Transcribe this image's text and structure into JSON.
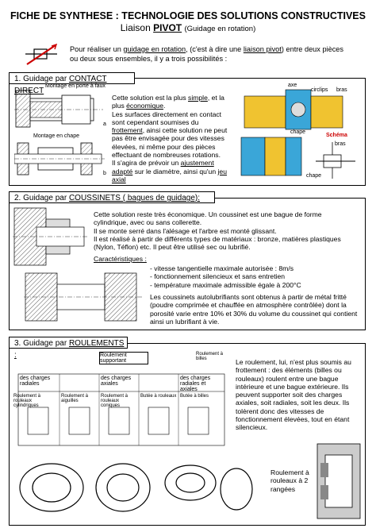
{
  "header": {
    "title": "FICHE DE SYNTHESE : TECHNOLOGIE DES SOLUTIONS CONSTRUCTIVES",
    "subtitle_prefix": "Liaison",
    "subtitle_main": "PIVOT",
    "subtitle_suffix": "(Guidage en rotation)"
  },
  "intro": {
    "t1": "Pour réaliser un",
    "l1": "guidage en rotation",
    "t2": ", (c'est à dire une",
    "l2": "liaison pivot",
    "t3": ") entre deux pièces ou deux sous ensembles, il y a trois possibilités :"
  },
  "section1": {
    "num": "1. Guidage par",
    "name": "CONTACT DIRECT",
    "fig_a_label": "Montage en porte à faux",
    "fig_b_label": "Montage en chape",
    "letter_a": "a",
    "letter_b": "b",
    "p1": "Cette solution est la plus",
    "p1u1": "simple",
    "p1b": ", et la plus",
    "p1u2": "économique",
    "p1c": ".",
    "p2": "Les surfaces directement en contact sont cependant soumises du",
    "p2u": "frottement",
    "p2b": ", ainsi cette solution ne peut pas être envisagée pour des vitesses élevées, ni même pour des pièces effectuant de nombreuses rotations.",
    "p3": "Il s'agira de prévoir un",
    "p3u1": "ajustement adapté",
    "p3b": "sur le diamètre, ainsi qu'un",
    "p3u2": "jeu axial",
    "lbl_axe": "axe",
    "lbl_circlips": "circlips",
    "lbl_bras": "bras",
    "lbl_chape_top": "chape",
    "lbl_schema": "Schéma",
    "lbl_bras2": "bras",
    "lbl_chape": "chape"
  },
  "section2": {
    "num": "2. Guidage par",
    "name": "COUSSINETS ( bagues de guidage):",
    "p1": "Cette solution reste très économique. Un coussinet est une bague de forme cylindrique, avec ou sans collerette.",
    "p2": "Il se monte serré dans l'alésage et l'arbre est monté glissant.",
    "p3": "Il est réalisé à partir de différents types de matériaux : bronze, matières plastiques (Nylon, Téflon) etc. Il peut être utilisé sec ou lubrifié.",
    "car_title": "Caractéristiques :",
    "c1": "- vitesse tangentielle maximale autorisée : 8m/s",
    "c2": "- fonctionnement silencieux et sans entretien",
    "c3": "- température maximale admissible égale à 200°C",
    "p4": "Les coussinets autolubrifiants sont obtenus à partir de métal fritté (poudre comprimée et chauffée en atmosphère contrôlée) dont la porosité varie entre 10% et 30% du volume du coussinet qui contient ainsi un lubrifiant à vie."
  },
  "section3": {
    "num": "3. Guidage par",
    "name": "ROULEMENTS :",
    "p1": "Le roulement, lui, n'est plus soumis au frottement : des éléments (billes ou rouleaux) roulent entre une bague intérieure et une bague extérieure. Ils peuvent supporter soit des charges axiales, soit radiales, soit les deux. Ils tolèrent donc des vitesses de fonctionnement élevées, tout en étant silencieux.",
    "cap": "Roulement à rouleaux à 2 rangées",
    "tbl_top": "Roulement supportant",
    "tbl_1": "des charges radiales",
    "tbl_2": "des charges axiales",
    "tbl_3": "des charges radiales et axiales",
    "r1": "Roulement à rouleaux cylindriques",
    "r2": "Roulement à aiguilles",
    "r3": "Roulement à rouleaux coniques",
    "r4": "Butée à rouleaux",
    "r5": "Butée à billes",
    "r6": "Roulement à billes"
  }
}
